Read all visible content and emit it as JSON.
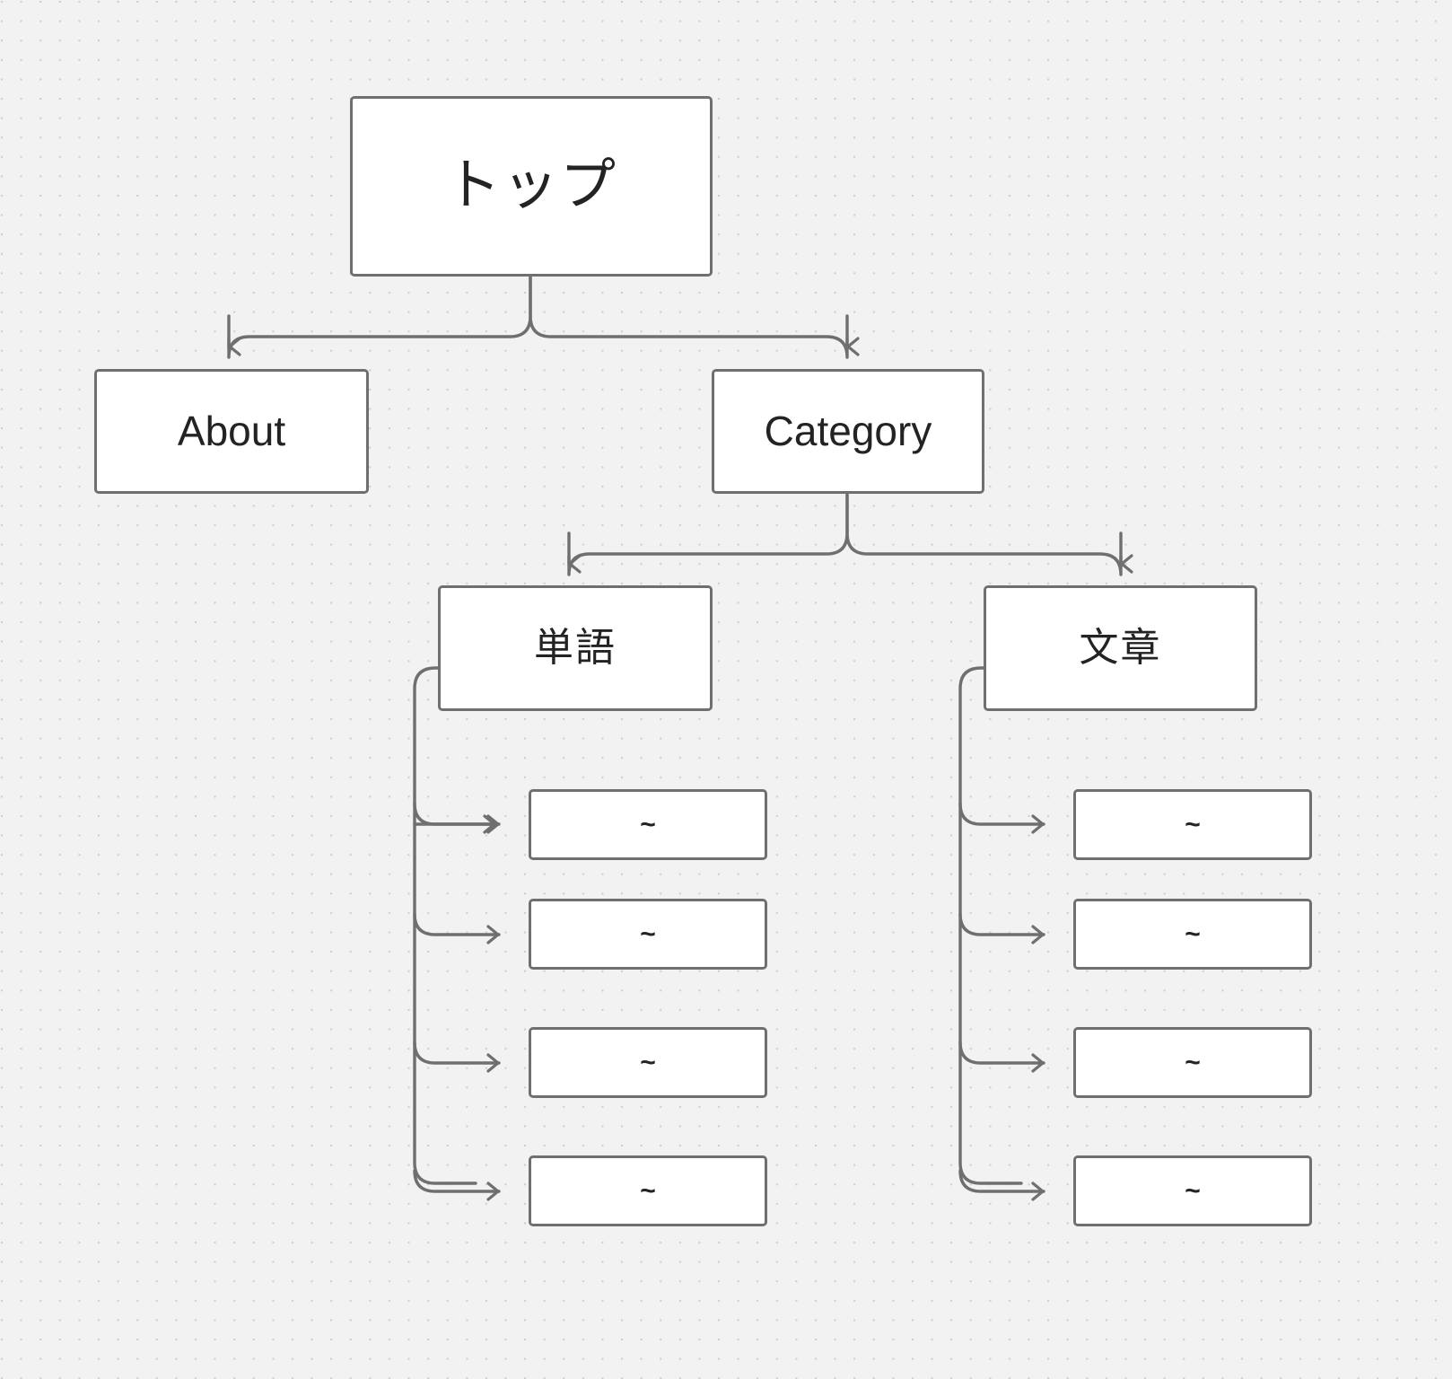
{
  "diagram": {
    "title": "site-structure-tree",
    "background_color": "#f2f2f2",
    "grid_dot_color": "#cfcfcf",
    "node_border_color": "#6f6f6f",
    "node_fill_color": "#ffffff",
    "edge_color": "#6f6f6f",
    "text_color": "#232323"
  },
  "nodes": {
    "root": {
      "label": "トップ"
    },
    "about": {
      "label": "About"
    },
    "category": {
      "label": "Category"
    },
    "tango": {
      "label": "単語"
    },
    "bunsho": {
      "label": "文章"
    },
    "tango_children": [
      {
        "label": "~"
      },
      {
        "label": "~"
      },
      {
        "label": "~"
      },
      {
        "label": "~"
      }
    ],
    "bunsho_children": [
      {
        "label": "~"
      },
      {
        "label": "~"
      },
      {
        "label": "~"
      },
      {
        "label": "~"
      }
    ]
  },
  "edges": [
    {
      "from": "root",
      "to": "about"
    },
    {
      "from": "root",
      "to": "category"
    },
    {
      "from": "category",
      "to": "tango"
    },
    {
      "from": "category",
      "to": "bunsho"
    },
    {
      "from": "tango",
      "to": "tango_children.0"
    },
    {
      "from": "tango",
      "to": "tango_children.1"
    },
    {
      "from": "tango",
      "to": "tango_children.2"
    },
    {
      "from": "tango",
      "to": "tango_children.3"
    },
    {
      "from": "bunsho",
      "to": "bunsho_children.0"
    },
    {
      "from": "bunsho",
      "to": "bunsho_children.1"
    },
    {
      "from": "bunsho",
      "to": "bunsho_children.2"
    },
    {
      "from": "bunsho",
      "to": "bunsho_children.3"
    }
  ]
}
